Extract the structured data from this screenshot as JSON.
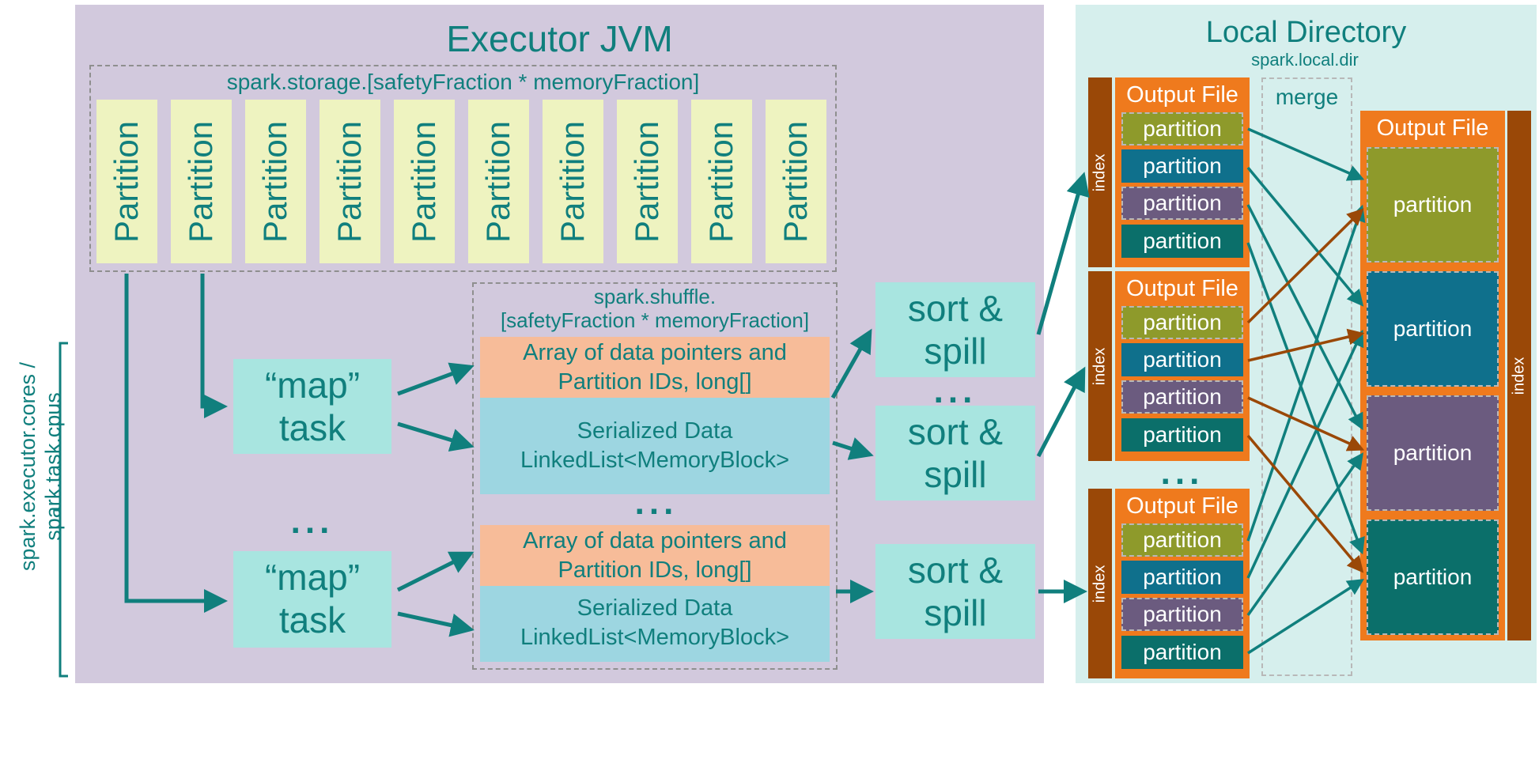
{
  "executor": {
    "title": "Executor JVM",
    "storage_label": "spark.storage.[safetyFraction * memoryFraction]",
    "partition_label": "Partition",
    "partition_count": 10,
    "shuffle_label_1": "spark.shuffle.",
    "shuffle_label_2": "[safetyFraction * memoryFraction]",
    "map_task_1": "“map”",
    "map_task_2": "task",
    "array_line_1": "Array of data pointers and",
    "array_line_2": "Partition IDs, long[]",
    "serialized_line_1": "Serialized Data",
    "serialized_line_2": "LinkedList<MemoryBlock>",
    "sort_1": "sort &",
    "sort_2": "spill",
    "ellipsis": "..."
  },
  "side_label_1": "spark.executor.cores /",
  "side_label_2": "spark.task.cpus",
  "local": {
    "title": "Local Directory",
    "subtitle": "spark.local.dir",
    "merge_label": "merge",
    "output_file_label": "Output File",
    "index_label": "index",
    "partition_label": "partition",
    "ellipsis": "..."
  },
  "colors": {
    "teal": "#107f7d",
    "orange": "#ef7a1d",
    "brown": "#9a4807",
    "olive": "#8e9a2b",
    "blue": "#0f708c",
    "purple": "#6b5b7f",
    "dark_teal": "#0b6f6a"
  }
}
